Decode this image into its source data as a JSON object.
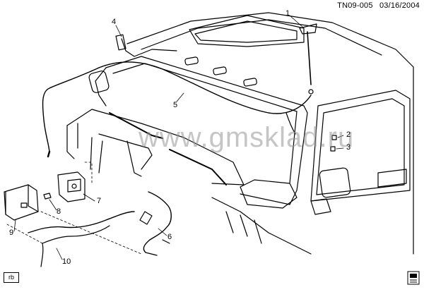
{
  "header": {
    "figure_id": "TN09-005",
    "date": "03/16/2004"
  },
  "watermark": "www.gmsklad.ru",
  "corner_label": "rb",
  "callouts": [
    {
      "id": "1",
      "label": "1"
    },
    {
      "id": "2",
      "label": "2"
    },
    {
      "id": "3",
      "label": "3"
    },
    {
      "id": "4",
      "label": "4"
    },
    {
      "id": "5",
      "label": "5"
    },
    {
      "id": "6",
      "label": "6"
    },
    {
      "id": "7",
      "label": "7"
    },
    {
      "id": "8",
      "label": "8"
    },
    {
      "id": "9",
      "label": "9"
    },
    {
      "id": "10",
      "label": "10"
    }
  ]
}
